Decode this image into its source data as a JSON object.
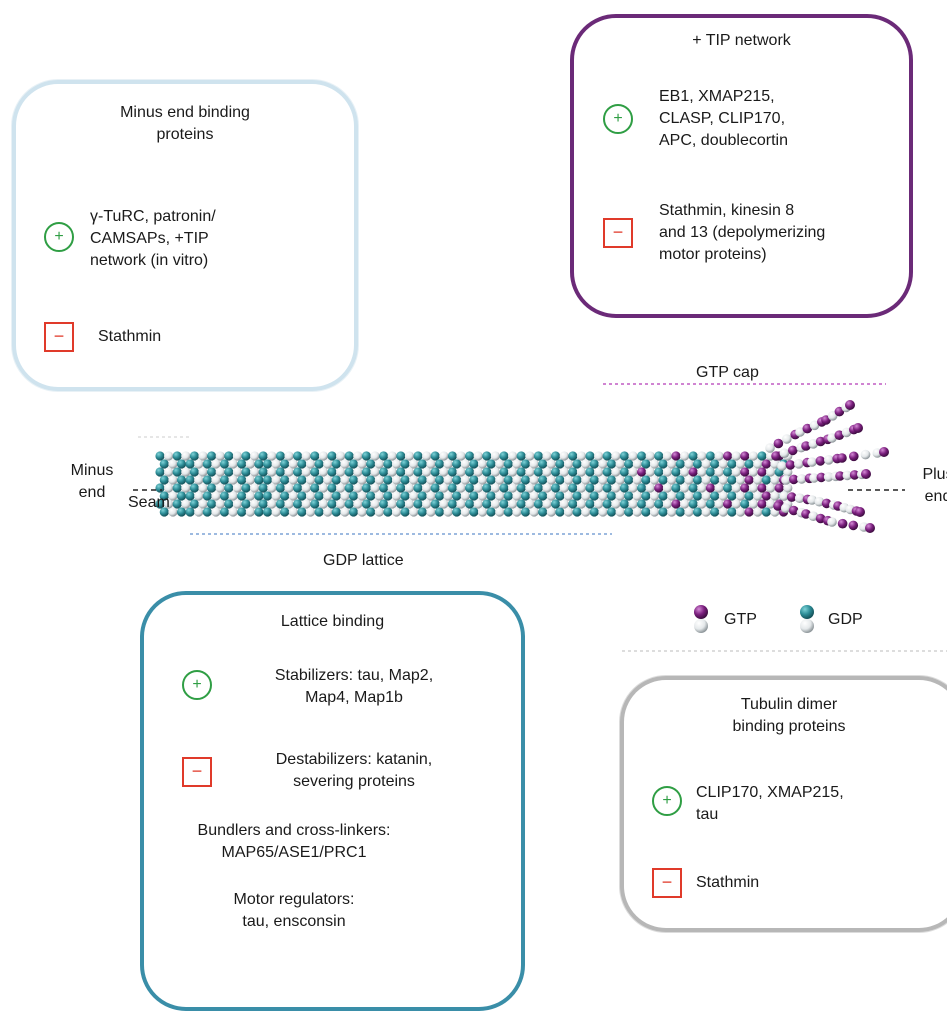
{
  "boxes": {
    "minus_end": {
      "title": "Minus end binding\nproteins",
      "plus_text": "γ-TuRC, patronin/\nCAMSAPs, +TIP\nnetwork (in vitro)",
      "minus_text": "Stathmin",
      "border_color": "#cfe3ee"
    },
    "tip_network": {
      "title": "+ TIP network",
      "plus_text": "EB1, XMAP215,\nCLASP, CLIP170,\nAPC, doublecortin",
      "minus_text": "Stathmin, kinesin 8\nand 13 (depolymerizing\nmotor proteins)",
      "border_color": "#6b2a78"
    },
    "lattice": {
      "title": "Lattice binding",
      "plus_text": "Stabilizers: tau, Map2,\nMap4, Map1b",
      "minus_text": "Destabilizers: katanin,\nsevering proteins",
      "bundlers_text": "Bundlers and cross-linkers:\nMAP65/ASE1/PRC1",
      "motor_text": "Motor regulators:\ntau, ensconsin",
      "border_color": "#3a8ea8"
    },
    "dimer": {
      "title": "Tubulin dimer\nbinding proteins",
      "plus_text": "CLIP170, XMAP215,\ntau",
      "minus_text": "Stathmin",
      "border_color": "#b7b7b7"
    }
  },
  "signs": {
    "plus": "+",
    "minus": "−"
  },
  "microtubule": {
    "minus_end_label": "Minus\nend",
    "plus_end_label": "Plus\nend",
    "seam_label": "Seam",
    "gtp_cap_label": "GTP cap",
    "gdp_lattice_label": "GDP lattice"
  },
  "legend": {
    "gtp_label": "GTP",
    "gdp_label": "GDP"
  },
  "colors": {
    "gtp": "#7b1f7e",
    "gdp": "#2c8c96",
    "light_subunit": "#e4e8ea",
    "plus_sign": "#2f9e44",
    "minus_sign": "#e03a2a",
    "gtp_cap_line": "#c05cc4",
    "gdp_lattice_line": "#7da4d6"
  }
}
